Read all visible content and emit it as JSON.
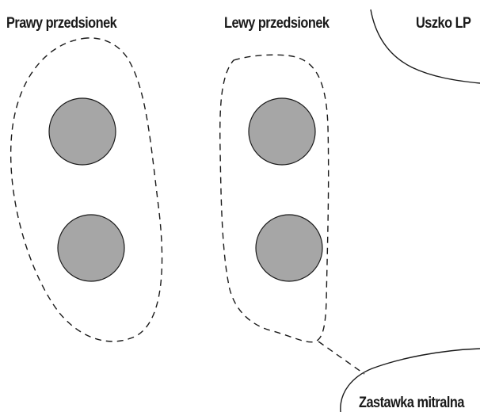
{
  "labels": {
    "right_atrium": "Prawy przedsionek",
    "left_atrium": "Lewy przedsionek",
    "left_atrial_appendage": "Uszko LP",
    "mitral_valve": "Zastawka mitralna"
  },
  "colors": {
    "stroke": "#1a1a1a",
    "marker_fill": "#a6a6a6",
    "background": "#ffffff"
  }
}
